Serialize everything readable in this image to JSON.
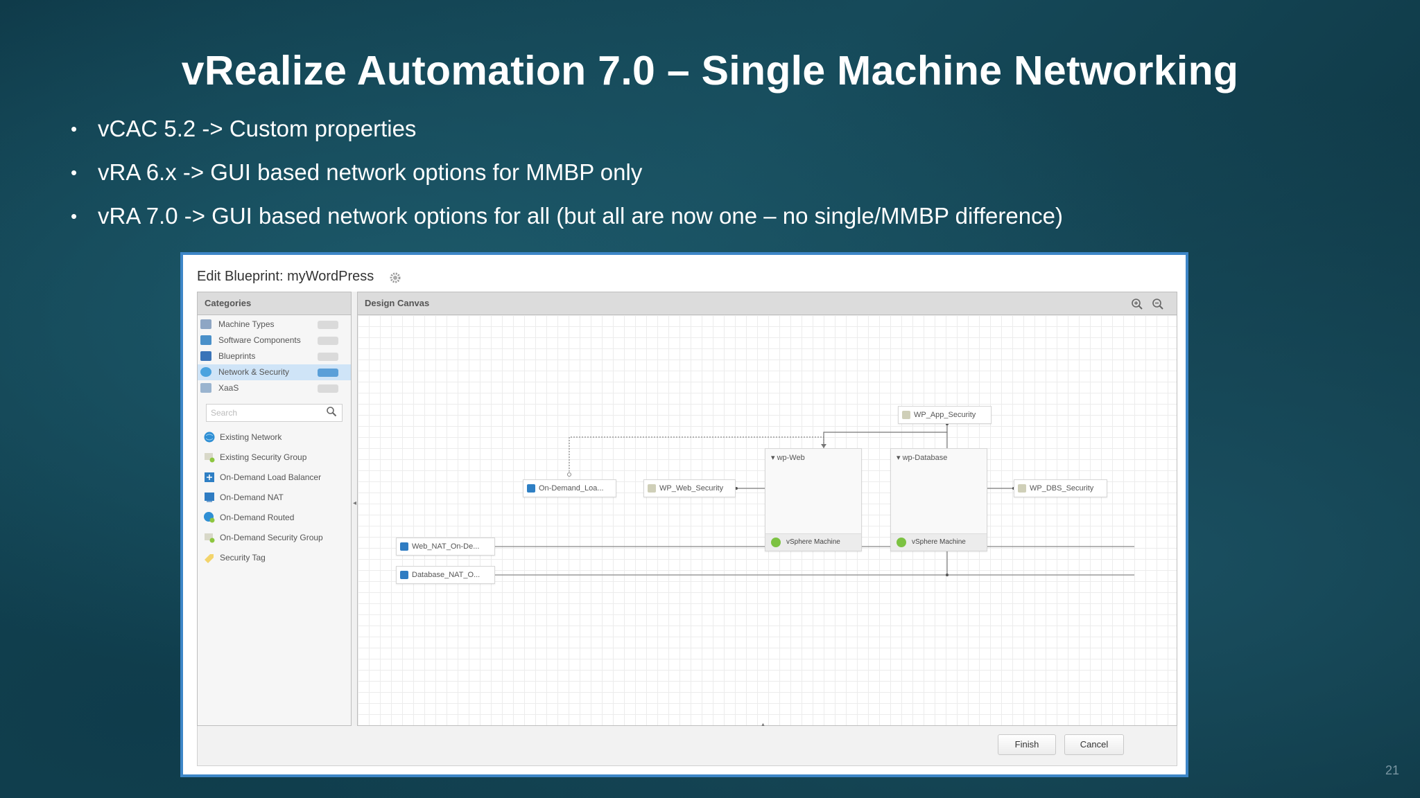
{
  "slide": {
    "title": "vRealize Automation 7.0 – Single Machine Networking",
    "bullets": [
      "vCAC 5.2 -> Custom properties",
      "vRA 6.x -> GUI based network options for MMBP only",
      "vRA 7.0 -> GUI based network options for all (but all are now one – no single/MMBP difference)"
    ],
    "page_number": "21"
  },
  "blueprint": {
    "title": "Edit Blueprint: myWordPress",
    "categories": {
      "header": "Categories",
      "items": [
        {
          "label": "Machine Types",
          "icon": "machine-types-icon",
          "selected": false
        },
        {
          "label": "Software Components",
          "icon": "software-components-icon",
          "selected": false
        },
        {
          "label": "Blueprints",
          "icon": "blueprints-icon",
          "selected": false
        },
        {
          "label": "Network & Security",
          "icon": "network-security-icon",
          "selected": true
        },
        {
          "label": "XaaS",
          "icon": "xaas-icon",
          "selected": false
        }
      ],
      "search_placeholder": "Search",
      "network_items": [
        {
          "label": "Existing Network",
          "icon": "globe-icon"
        },
        {
          "label": "Existing Security Group",
          "icon": "security-group-icon"
        },
        {
          "label": "On-Demand Load Balancer",
          "icon": "load-balancer-icon"
        },
        {
          "label": "On-Demand NAT",
          "icon": "nat-icon"
        },
        {
          "label": "On-Demand Routed",
          "icon": "routed-icon"
        },
        {
          "label": "On-Demand Security Group",
          "icon": "security-group-icon"
        },
        {
          "label": "Security Tag",
          "icon": "tag-icon"
        }
      ]
    },
    "canvas": {
      "header": "Design Canvas",
      "nodes": {
        "app_security": "WP_App_Security",
        "lb": "On-Demand_Loa...",
        "web_security": "WP_Web_Security",
        "dbs_security": "WP_DBS_Security",
        "web_nat": "Web_NAT_On-De...",
        "db_nat": "Database_NAT_O..."
      },
      "machines": {
        "web": {
          "name": "wp-Web",
          "type": "vSphere Machine"
        },
        "db": {
          "name": "wp-Database",
          "type": "vSphere Machine"
        }
      }
    },
    "buttons": {
      "finish": "Finish",
      "cancel": "Cancel"
    }
  }
}
